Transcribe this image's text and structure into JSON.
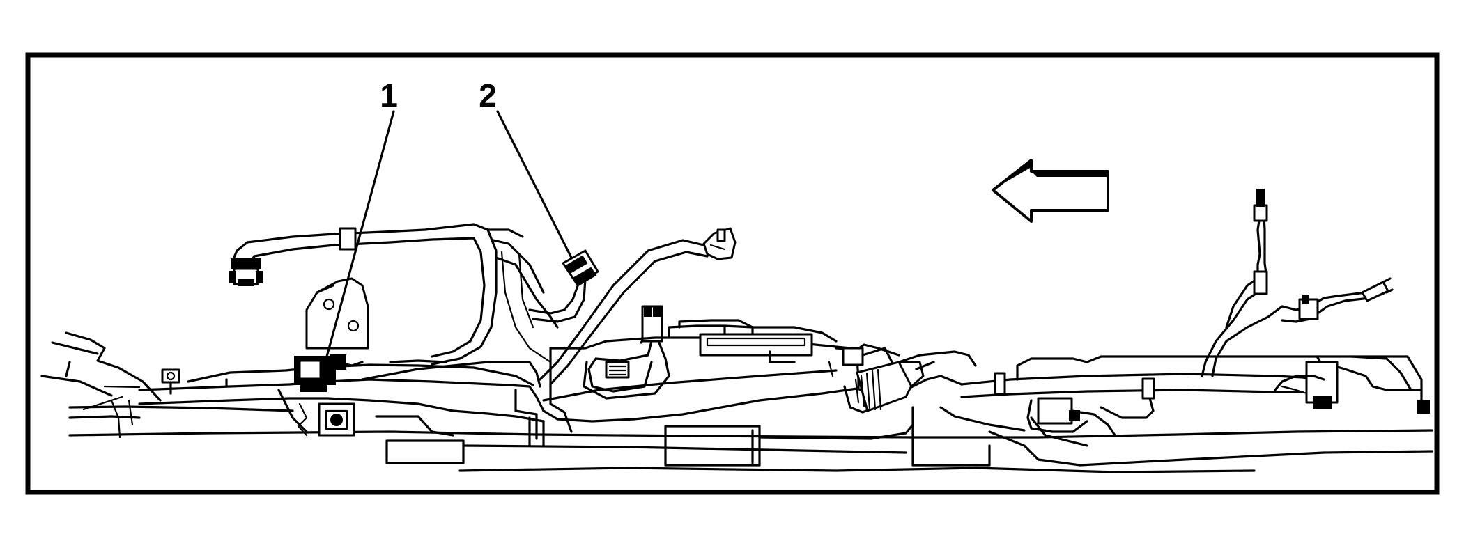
{
  "diagram": {
    "callouts": [
      {
        "id": "1",
        "label": "1"
      },
      {
        "id": "2",
        "label": "2"
      }
    ],
    "direction_arrow": "left-arrow-icon",
    "colors": {
      "line": "#000000",
      "background": "#ffffff"
    }
  }
}
